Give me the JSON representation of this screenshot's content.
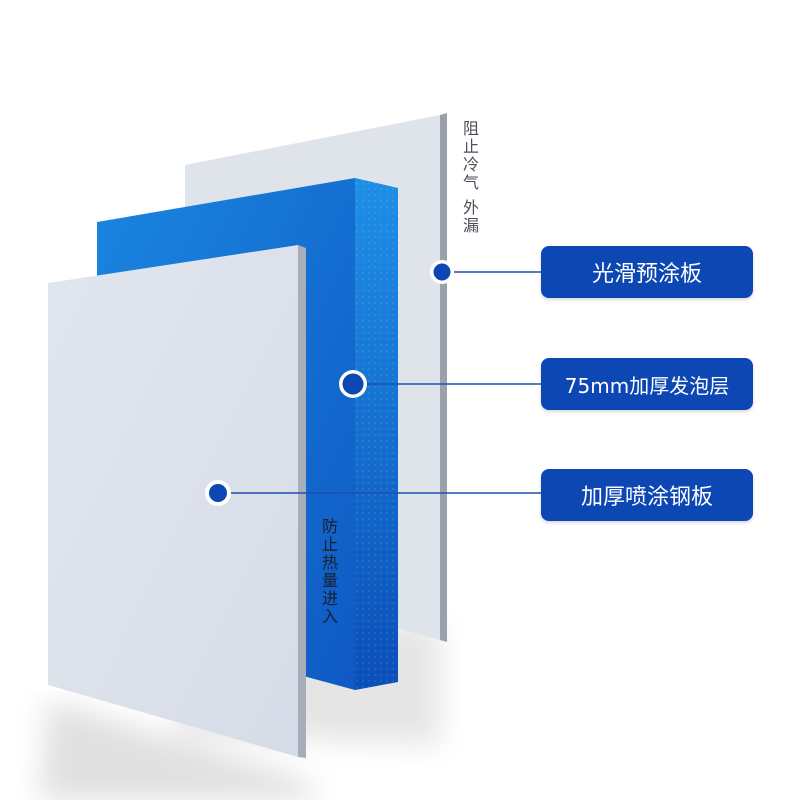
{
  "labels": {
    "smooth_panel": "光滑预涂板",
    "foam_layer": "75mm加厚发泡层",
    "steel_panel": "加厚喷涂钢板"
  },
  "side_text": {
    "back_panel": "阻止冷气 外漏",
    "front_panel": "防止热量进入"
  },
  "colors": {
    "label_blue": "#0c47b4",
    "foam_blue": "#1473d2",
    "panel_gray": "#dde2eb",
    "line_blue": "#1f4fb0"
  }
}
